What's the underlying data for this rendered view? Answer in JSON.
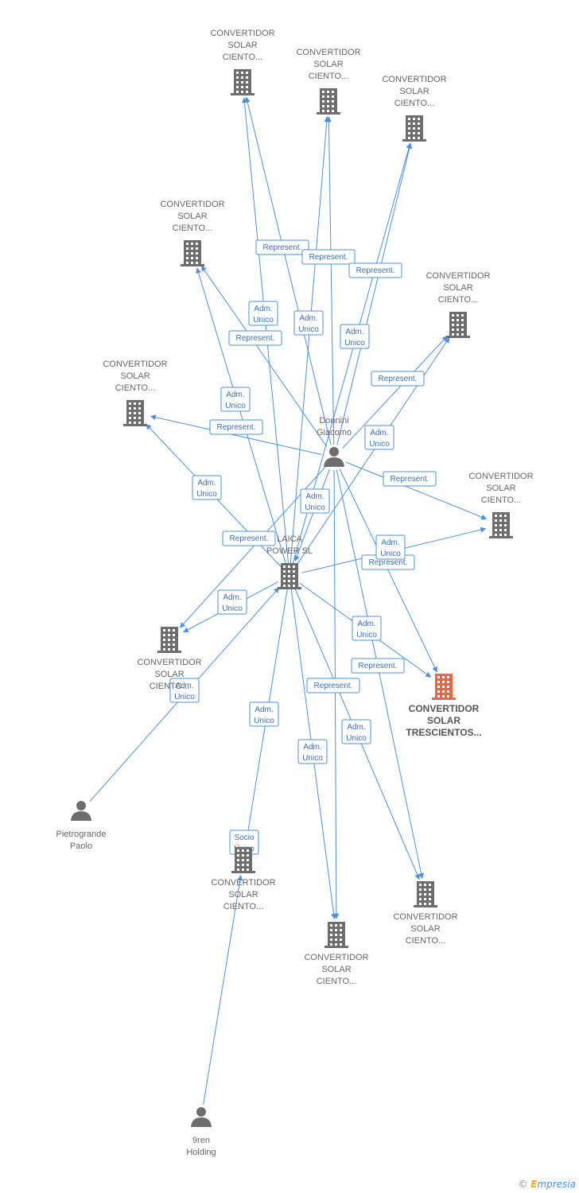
{
  "colors": {
    "edge": "#4a90e2",
    "node": "#6d6d6d",
    "focus_node": "#f4623a",
    "label": "#666666",
    "edge_label_text": "#3b6fb6"
  },
  "nodes": [
    {
      "id": "cs1",
      "type": "company",
      "icon": "building-icon",
      "lines": [
        "CONVERTIDOR",
        "SOLAR",
        "CIENTO..."
      ]
    },
    {
      "id": "cs2",
      "type": "company",
      "icon": "building-icon",
      "lines": [
        "CONVERTIDOR",
        "SOLAR",
        "CIENTO..."
      ]
    },
    {
      "id": "cs3",
      "type": "company",
      "icon": "building-icon",
      "lines": [
        "CONVERTIDOR",
        "SOLAR",
        "CIENTO..."
      ]
    },
    {
      "id": "cs4",
      "type": "company",
      "icon": "building-icon",
      "lines": [
        "CONVERTIDOR",
        "SOLAR",
        "CIENTO..."
      ]
    },
    {
      "id": "cs5",
      "type": "company",
      "icon": "building-icon",
      "lines": [
        "CONVERTIDOR",
        "SOLAR",
        "CIENTO..."
      ]
    },
    {
      "id": "cs6",
      "type": "company",
      "icon": "building-icon",
      "lines": [
        "CONVERTIDOR",
        "SOLAR",
        "CIENTO..."
      ]
    },
    {
      "id": "cs7",
      "type": "company",
      "icon": "building-icon",
      "lines": [
        "CONVERTIDOR",
        "SOLAR",
        "CIENTO..."
      ]
    },
    {
      "id": "cs8",
      "type": "company",
      "icon": "building-icon",
      "lines": [
        "CONVERTIDOR",
        "SOLAR",
        "CIENTO..."
      ]
    },
    {
      "id": "focus",
      "type": "company",
      "icon": "building-icon",
      "focus": true,
      "lines": [
        "CONVERTIDOR",
        "SOLAR",
        "TRESCIENTOS..."
      ]
    },
    {
      "id": "cs9",
      "type": "company",
      "icon": "building-icon",
      "lines": [
        "CONVERTIDOR",
        "SOLAR",
        "CIENTO..."
      ]
    },
    {
      "id": "cs10",
      "type": "company",
      "icon": "building-icon",
      "lines": [
        "CONVERTIDOR",
        "SOLAR",
        "CIENTO..."
      ]
    },
    {
      "id": "cs11",
      "type": "company",
      "icon": "building-icon",
      "lines": [
        "CONVERTIDOR",
        "SOLAR",
        "CIENTO..."
      ]
    },
    {
      "id": "laica",
      "type": "company",
      "icon": "building-icon",
      "lines": [
        "LAICA",
        "POWER  SL"
      ]
    },
    {
      "id": "donnini",
      "type": "person",
      "icon": "person-icon",
      "lines": [
        "Donnini",
        "Giacomo"
      ]
    },
    {
      "id": "pietro",
      "type": "person",
      "icon": "person-icon",
      "lines": [
        "Pietrogrande",
        "Paolo"
      ]
    },
    {
      "id": "nine",
      "type": "person",
      "icon": "person-icon",
      "lines": [
        "9ren",
        "Holding"
      ]
    }
  ],
  "edges": [
    {
      "from": "donnini",
      "to": "cs1",
      "label": "Represent."
    },
    {
      "from": "donnini",
      "to": "cs2",
      "label": "Represent."
    },
    {
      "from": "donnini",
      "to": "cs3",
      "label": "Represent."
    },
    {
      "from": "donnini",
      "to": "cs4",
      "label": "Represent."
    },
    {
      "from": "donnini",
      "to": "cs5",
      "label": "Represent."
    },
    {
      "from": "donnini",
      "to": "cs6",
      "label": "Represent."
    },
    {
      "from": "donnini",
      "to": "cs7",
      "label": "Represent."
    },
    {
      "from": "donnini",
      "to": "cs8",
      "label": "Represent."
    },
    {
      "from": "donnini",
      "to": "focus",
      "label": "Represent."
    },
    {
      "from": "donnini",
      "to": "cs10",
      "label": "Represent."
    },
    {
      "from": "donnini",
      "to": "cs11",
      "label": "Represent."
    },
    {
      "from": "donnini",
      "to": "laica",
      "label": "Adm. Unico"
    },
    {
      "from": "laica",
      "to": "cs1",
      "label": "Adm. Unico"
    },
    {
      "from": "laica",
      "to": "cs2",
      "label": "Adm. Unico"
    },
    {
      "from": "laica",
      "to": "cs3",
      "label": "Adm. Unico"
    },
    {
      "from": "laica",
      "to": "cs4",
      "label": "Adm. Unico"
    },
    {
      "from": "laica",
      "to": "cs5",
      "label": "Adm. Unico"
    },
    {
      "from": "laica",
      "to": "cs6",
      "label": "Adm. Unico"
    },
    {
      "from": "laica",
      "to": "cs7",
      "label": "Adm. Unico"
    },
    {
      "from": "laica",
      "to": "cs8",
      "label": "Adm. Unico"
    },
    {
      "from": "laica",
      "to": "focus",
      "label": "Adm. Unico"
    },
    {
      "from": "laica",
      "to": "cs9",
      "label": "Adm. Unico"
    },
    {
      "from": "laica",
      "to": "cs10",
      "label": "Adm. Unico"
    },
    {
      "from": "laica",
      "to": "cs11",
      "label": "Adm. Unico"
    },
    {
      "from": "pietro",
      "to": "laica",
      "label": "Adm. Unico"
    },
    {
      "from": "nine",
      "to": "cs9",
      "label": "Socio Único"
    }
  ],
  "footer": {
    "copyright": "©",
    "brand_e": "E",
    "brand_rest": "mpresia"
  }
}
